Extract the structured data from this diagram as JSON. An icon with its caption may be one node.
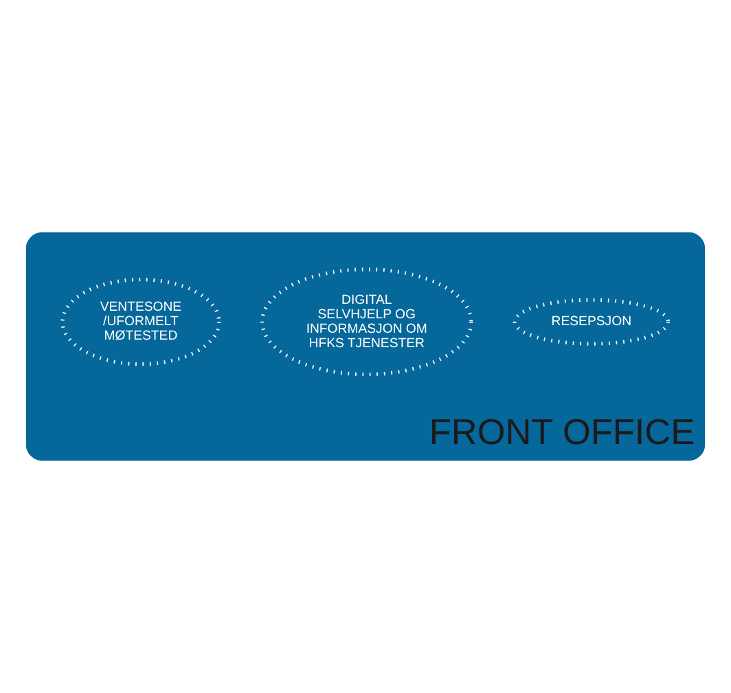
{
  "diagram": {
    "nodes": [
      {
        "text": [
          "FRONT OFFICE"
        ]
      },
      {
        "text": [
          "DIGITAL SELVHJELP OG INFORMASJON OM HFKS TJENESTER"
        ],
        "in": 0
      },
      {
        "text": [
          "VENTESONE /UFORMELT MØTESTED"
        ],
        "in": 0
      },
      {
        "text": [
          "RESEPSJON"
        ],
        "in": 0
      }
    ],
    "edges": []
  }
}
